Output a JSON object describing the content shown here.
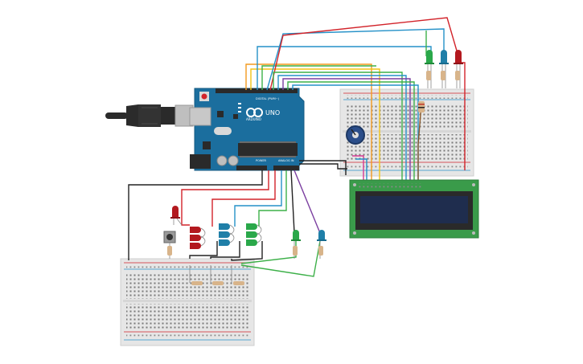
{
  "arduino": {
    "logo_text": "UNO",
    "brand_text": "ARDUINO",
    "digital_header_label": "DIGITAL (PWM~)",
    "power_header_label": "POWER",
    "analog_header_label": "ANALOG IN"
  },
  "colors": {
    "board": "#1b6e9e",
    "breadboard": "#e8e8e8",
    "lcd_pcb": "#3a9b4a",
    "lcd_screen": "#1f2d4e",
    "wire_red": "#d2232a",
    "wire_blue": "#2591c8",
    "wire_green": "#3db049",
    "wire_orange": "#f39a1e",
    "wire_yellow": "#f3c316",
    "wire_purple": "#7b3fa0",
    "wire_black": "#222222",
    "wire_pink": "#d63a93",
    "wire_brown": "#8b5a2b",
    "led_red": "#b3191f",
    "led_blue": "#1f7fa8",
    "led_green": "#2aa84a"
  },
  "components": [
    {
      "name": "usb-cable",
      "type": "cable"
    },
    {
      "name": "arduino-uno",
      "type": "microcontroller"
    },
    {
      "name": "breadboard-top-right",
      "type": "breadboard"
    },
    {
      "name": "breadboard-bottom-left",
      "type": "breadboard"
    },
    {
      "name": "potentiometer",
      "type": "potentiometer"
    },
    {
      "name": "lcd-16x2",
      "type": "display"
    },
    {
      "name": "push-button",
      "type": "switch"
    },
    {
      "name": "leds-top",
      "type": "led",
      "colors": [
        "green",
        "blue",
        "red"
      ]
    },
    {
      "name": "leds-middle",
      "type": "led",
      "colors": [
        "red",
        "red",
        "red",
        "blue",
        "blue",
        "blue",
        "green",
        "green",
        "green"
      ]
    },
    {
      "name": "leds-single",
      "type": "led",
      "colors": [
        "red",
        "green",
        "blue"
      ]
    }
  ]
}
